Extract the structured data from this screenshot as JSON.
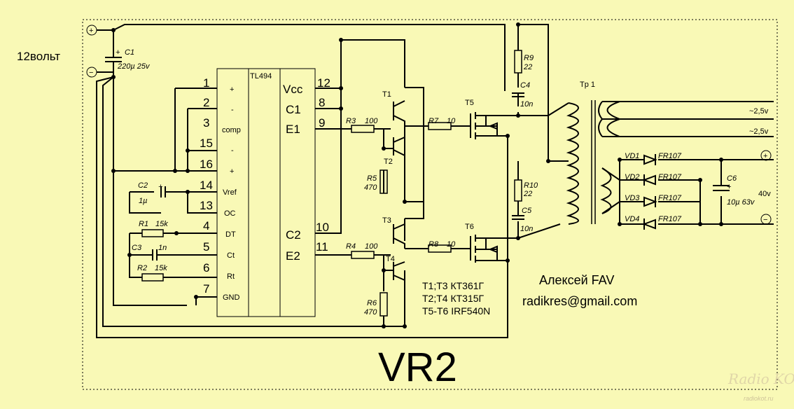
{
  "supply": {
    "label": "12вольт",
    "plus": "+",
    "minus": "−"
  },
  "ic": {
    "name": "TL494",
    "left_pins": [
      {
        "num": "1",
        "name": "+"
      },
      {
        "num": "2",
        "name": "-"
      },
      {
        "num": "3",
        "name": "comp"
      },
      {
        "num": "15",
        "name": "-"
      },
      {
        "num": "16",
        "name": "+"
      },
      {
        "num": "14",
        "name": "Vref"
      },
      {
        "num": "13",
        "name": "OC"
      },
      {
        "num": "4",
        "name": "DT"
      },
      {
        "num": "5",
        "name": "Ct"
      },
      {
        "num": "6",
        "name": "Rt"
      },
      {
        "num": "7",
        "name": "GND"
      }
    ],
    "right_pins": [
      {
        "num": "12",
        "name": "Vcc"
      },
      {
        "num": "8",
        "name": "C1"
      },
      {
        "num": "9",
        "name": "E1"
      },
      {
        "num": "10",
        "name": "C2"
      },
      {
        "num": "11",
        "name": "E2"
      }
    ]
  },
  "components": {
    "C1": {
      "ref": "C1",
      "value": "220µ 25v"
    },
    "C2": {
      "ref": "C2",
      "value": "1µ"
    },
    "C3": {
      "ref": "C3",
      "value": "1n"
    },
    "R1": {
      "ref": "R1",
      "value": "15k"
    },
    "R2": {
      "ref": "R2",
      "value": "15k"
    },
    "R3": {
      "ref": "R3",
      "value": "100"
    },
    "R4": {
      "ref": "R4",
      "value": "100"
    },
    "R5": {
      "ref": "R5",
      "value": "470"
    },
    "R6": {
      "ref": "R6",
      "value": "470"
    },
    "R7": {
      "ref": "R7",
      "value": "10"
    },
    "R8": {
      "ref": "R8",
      "value": "10"
    },
    "R9": {
      "ref": "R9",
      "value": "22"
    },
    "R10": {
      "ref": "R10",
      "value": "22"
    },
    "C4": {
      "ref": "C4",
      "value": "10n"
    },
    "C5": {
      "ref": "C5",
      "value": "10n"
    },
    "C6": {
      "ref": "C6",
      "value": "10µ 63v"
    },
    "T1": {
      "ref": "T1"
    },
    "T2": {
      "ref": "T2"
    },
    "T3": {
      "ref": "T3"
    },
    "T4": {
      "ref": "T4"
    },
    "T5": {
      "ref": "T5"
    },
    "T6": {
      "ref": "T6"
    },
    "Tr1": {
      "ref": "Tр 1"
    },
    "VD1": {
      "ref": "VD1",
      "value": "FR107"
    },
    "VD2": {
      "ref": "VD2",
      "value": "FR107"
    },
    "VD3": {
      "ref": "VD3",
      "value": "FR107"
    },
    "VD4": {
      "ref": "VD4",
      "value": "FR107"
    }
  },
  "outputs": {
    "out1": "~2,5v",
    "out2": "~2,5v",
    "dc": "40v",
    "dc_plus": "+",
    "dc_minus": "−"
  },
  "notes": [
    "T1;T3 КТ361Г",
    "T2;T4 КТ315Г",
    "T5-T6 IRF540N"
  ],
  "author": {
    "name": "Алексей FAV",
    "email": "radikres@gmail.com"
  },
  "title": "VR2",
  "watermark": {
    "logo": "Radio KOT",
    "url": "radiokot.ru"
  }
}
